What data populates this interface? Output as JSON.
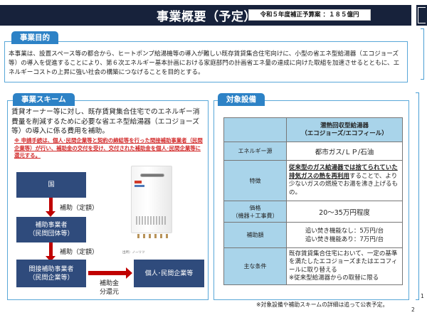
{
  "header": {
    "title": "事業概要（予定）",
    "budget": "令和５年度補正予算案 ：１８５億円"
  },
  "purpose": {
    "tab_label": "事業目的",
    "text": "本事業は、設置スペース等の都合から、ヒートポンプ給湯機等の導入が難しい既存賃貸集合住宅向けに、小型の省エネ型給湯器（エコジョーズ等）の導入を促進することにより、第６次エネルギー基本計画における家庭部門の計画省エネ量の達成に向けた取組を加速させるとともに、エネルギーコストの上昇に強い社会の構築につなげることを目的とする。"
  },
  "scheme": {
    "tab_label": "事業スキーム",
    "intro": "賃貸オーナー等に対し、既存賃貸集合住宅でのエネルギー消費量を削減するために必要な省エネ型給湯器（エコジョーズ等）の導入に係る費用を補助。",
    "note": "※ 申請手続は、個人･民間企業等と契約の締結等を行った間接補助事業者（民間企業等）が行い、補助金の交付を受け、交付された補助金を個人･民間企業等に還元する。",
    "flow": {
      "country": "国",
      "arrow1_label": "補助（定額）",
      "operator_line1": "補助事業者",
      "operator_line2": "（民間団体等）",
      "arrow2_label": "補助（定額）",
      "indirect_line1": "間接補助事業者",
      "indirect_line2": "（民間企業等）",
      "recipient": "個人･民間企業等",
      "arrow3_label_line1": "補助金",
      "arrow3_label_line2": "分還元"
    },
    "photo_credit": "出所）ノーリツ"
  },
  "equipment": {
    "tab_label": "対象設備",
    "table": {
      "header_line1": "潜熱回収型給湯器",
      "header_line2": "（エコジョーズ/エコフィール）",
      "rows": [
        {
          "label": "エネルギー源",
          "value": "都市ガス/ＬＰ/石油"
        },
        {
          "label": "特徴",
          "value_emph": "従来型のガス給湯器では捨てられていた排気ガスの熱を再利用",
          "value_rest": "することで、より少ないガスの燃焼でお湯を沸き上げるもの。"
        },
        {
          "label_line1": "価格",
          "label_line2": "（機器＋工事費）",
          "value": "20～35万円程度"
        },
        {
          "label": "補助額",
          "value_line1": "追い焚き機能なし：5万円/台",
          "value_line2": "追い焚き機能あり：7万円/台"
        },
        {
          "label": "主な条件",
          "value_line1": "既存賃貸集合住宅において、一定の基準を満たしたエコジョーズまたはエコフィールに取り替える",
          "value_line2": "※従来型給湯器からの取替に限る"
        }
      ]
    }
  },
  "footer": {
    "note": "※対象設備や補助スキームの詳細は追って公表予定。",
    "page_marker_1": "1",
    "page_number": "2"
  },
  "colors": {
    "header_bg": "#17223b",
    "tab_blue": "#2d82c6",
    "border_blue": "#59a7d8",
    "flow_box": "#2f4b7c",
    "arrow_red": "#c00000",
    "note_red": "#d22a2a",
    "table_header": "#a9d4ea"
  }
}
